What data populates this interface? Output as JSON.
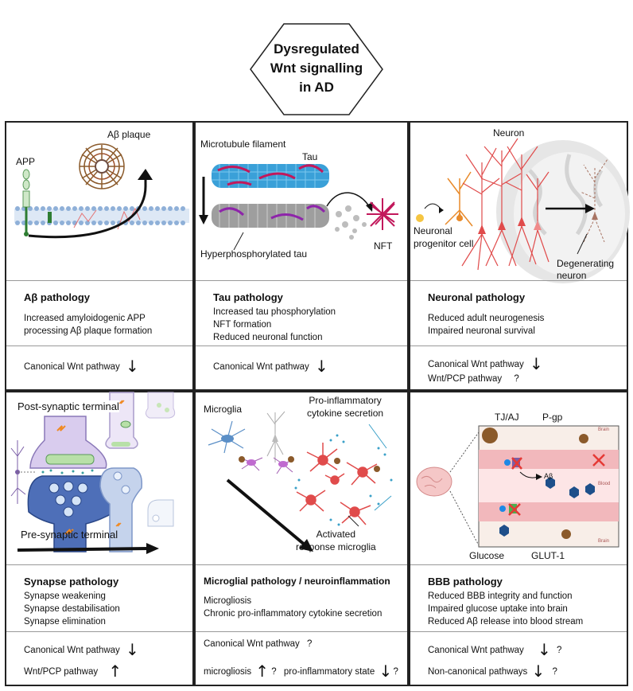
{
  "title_lines": [
    "Dysregulated",
    "Wnt signalling",
    "in AD"
  ],
  "colors": {
    "border": "#222222",
    "membrane": "#b6cbe6",
    "plaque": "#8b5a2b",
    "tau": "#c2185b",
    "microtubule_blue": "#3aa0d8",
    "microtubule_gray": "#9e9e9e",
    "neuron_red": "#e04b4b",
    "synapse_purple": "#b7a9d6",
    "glucose": "#1e4f8a",
    "cross_red": "#e53935"
  },
  "panels": {
    "abeta": {
      "labels": {
        "plaque": "Aβ plaque",
        "app": "APP"
      },
      "title": "Aβ pathology",
      "desc": [
        "Increased amyloidogenic APP",
        "processing Aβ plaque formation"
      ],
      "wnt": [
        {
          "text": "Canonical Wnt pathway",
          "arrow": "↓",
          "q": ""
        }
      ]
    },
    "tau": {
      "labels": {
        "microtubule": "Microtubule filament",
        "tau": "Tau",
        "hyper": "Hyperphosphorylated tau",
        "nft": "NFT"
      },
      "title": "Tau pathology",
      "desc": [
        "Increased tau phosphorylation",
        "NFT formation",
        "Reduced neuronal function"
      ],
      "wnt": [
        {
          "text": "Canonical Wnt pathway",
          "arrow": "↓",
          "q": ""
        }
      ]
    },
    "neuronal": {
      "labels": {
        "neuron": "Neuron",
        "progenitor": "Neuronal\nprogenitor cell",
        "degenerating": "Degenerating\nneuron"
      },
      "title": "Neuronal pathology",
      "desc": [
        "Reduced adult neurogenesis",
        "Impaired neuronal survival"
      ],
      "wnt": [
        {
          "text": "Canonical Wnt pathway",
          "arrow": "↓",
          "q": ""
        },
        {
          "text": "Wnt/PCP pathway",
          "arrow": "",
          "q": "?"
        }
      ]
    },
    "synapse": {
      "labels": {
        "post": "Post-synaptic terminal",
        "pre": "Pre-synaptic terminal"
      },
      "title": "Synapse pathology",
      "desc": [
        "Synapse weakening",
        "Synapse destabilisation",
        "Synapse elimination"
      ],
      "wnt": [
        {
          "text": "Canonical Wnt pathway",
          "arrow": "↓",
          "q": ""
        },
        {
          "text": "Wnt/PCP pathway",
          "arrow": "↑",
          "q": ""
        }
      ]
    },
    "microglia": {
      "labels": {
        "microglia": "Microglia",
        "proinf": "Pro-inflammatory\ncytokine secretion",
        "activated": "Activated\nresponse microglia"
      },
      "title": "Microglial pathology / neuroinflammation",
      "desc": [
        "Microgliosis",
        "Chronic pro-inflammatory cytokine secretion"
      ],
      "wnt_line1": {
        "text": "Canonical Wnt pathway",
        "q": "?"
      },
      "wnt_line2": {
        "a": "microgliosis",
        "a_arrow": "↑",
        "a_q": "?",
        "b": "pro-inflammatory state",
        "b_arrow": "↓",
        "b_q": "?"
      }
    },
    "bbb": {
      "labels": {
        "tjaj": "TJ/AJ",
        "pgp": "P-gp",
        "abeta": "Aβ",
        "glucose": "Glucose",
        "glut": "GLUT-1",
        "brain": "Brain",
        "blood": "Blood"
      },
      "title": "BBB pathology",
      "desc": [
        "Reduced BBB integrity and function",
        "Impaired glucose uptake into brain",
        "Reduced Aβ release into blood stream"
      ],
      "wnt": [
        {
          "text": "Canonical Wnt pathway",
          "arrow": "↓",
          "q": "?"
        },
        {
          "text": "Non-canonical pathways",
          "arrow": "↓",
          "q": "?"
        }
      ]
    }
  }
}
